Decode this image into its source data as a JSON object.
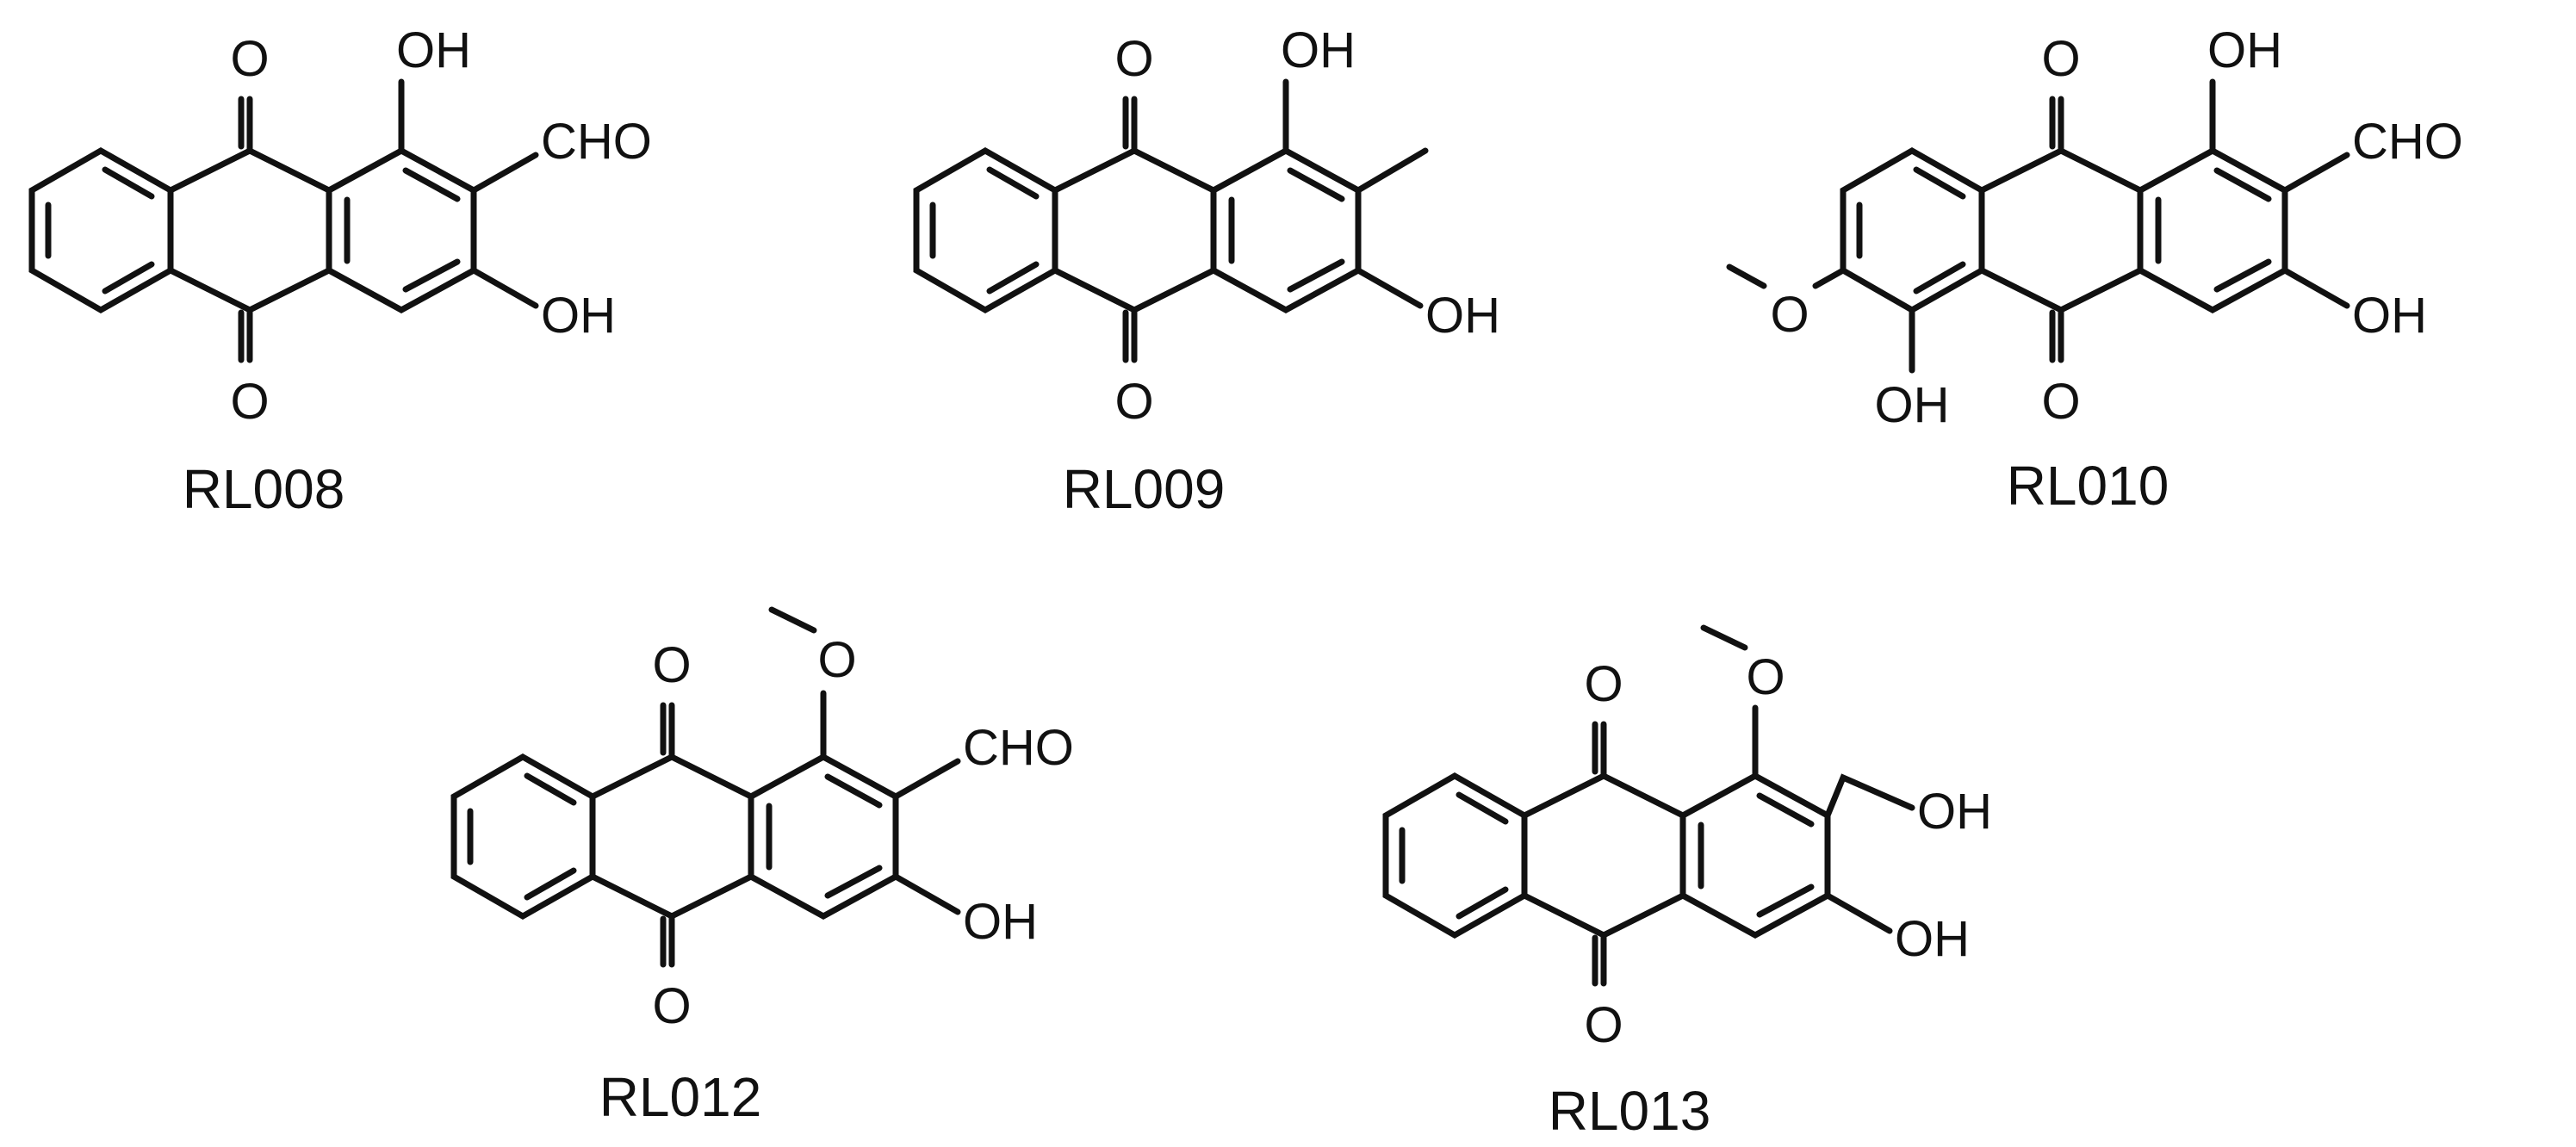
{
  "colors": {
    "ink": "#111111",
    "background": "#ffffff"
  },
  "compounds": [
    {
      "id": "RL008",
      "label": "RL008",
      "atoms": {
        "o_top": "O",
        "o_bottom": "O",
        "oh_1": "OH",
        "sub_2": "CHO",
        "oh_3": "OH"
      }
    },
    {
      "id": "RL009",
      "label": "RL009",
      "atoms": {
        "o_top": "O",
        "o_bottom": "O",
        "oh_1": "OH",
        "oh_3": "OH"
      }
    },
    {
      "id": "RL010",
      "label": "RL010",
      "atoms": {
        "o_top": "O",
        "o_bottom": "O",
        "oh_1": "OH",
        "sub_2": "CHO",
        "oh_3": "OH",
        "ome_o": "O",
        "oh_8": "OH"
      }
    },
    {
      "id": "RL012",
      "label": "RL012",
      "atoms": {
        "o_top": "O",
        "o_bottom": "O",
        "ome_o": "O",
        "sub_2": "CHO",
        "oh_3": "OH"
      }
    },
    {
      "id": "RL013",
      "label": "RL013",
      "atoms": {
        "o_top": "O",
        "o_bottom": "O",
        "ome_o": "O",
        "oh_ch2": "OH",
        "oh_3": "OH"
      }
    }
  ]
}
